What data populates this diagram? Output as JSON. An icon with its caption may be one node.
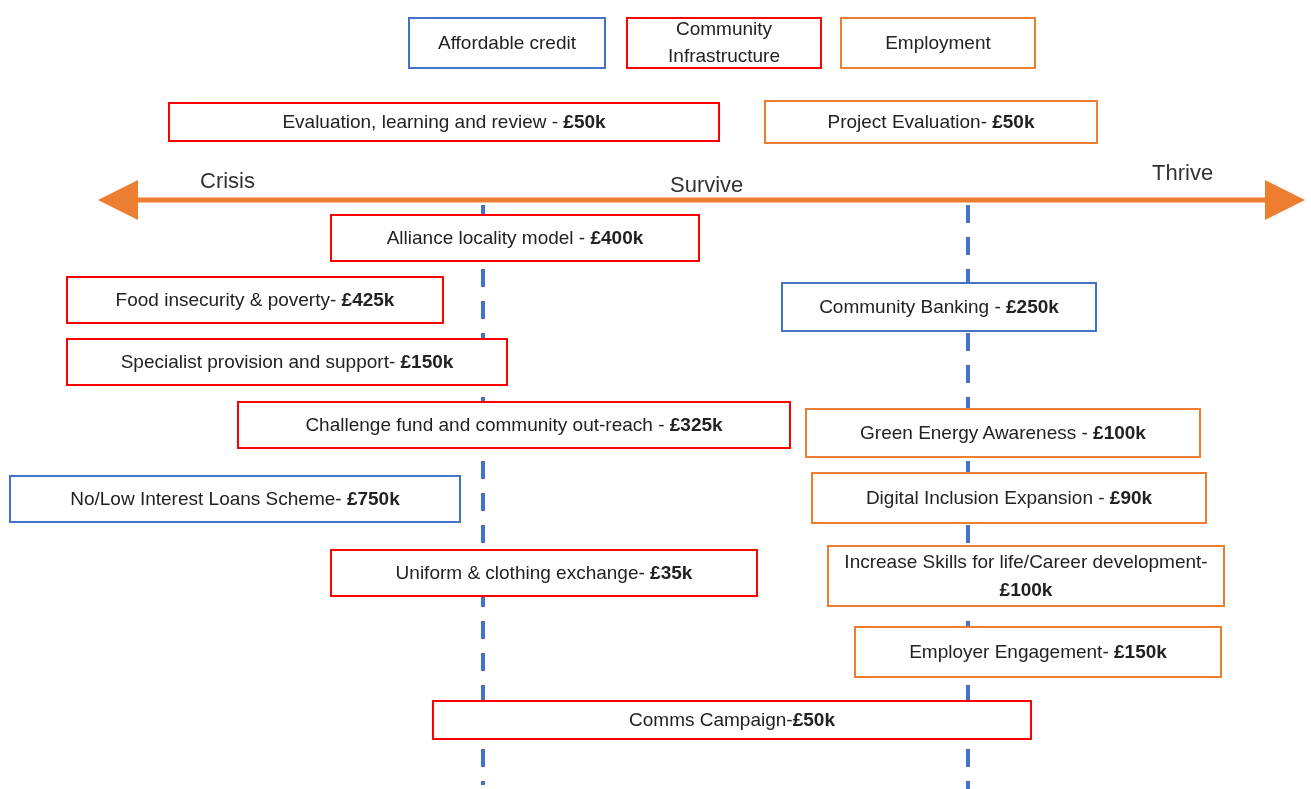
{
  "diagram": {
    "nodes": [
      {
        "text": [
          "Evaluation, learning and review - **£50k**"
        ]
      },
      {
        "text": [
          "Project Evaluation- **£50k**"
        ]
      },
      {
        "text": [
          "Alliance locality model - **£400k**"
        ]
      },
      {
        "text": [
          "Food insecurity & poverty- **£425k**"
        ]
      },
      {
        "text": [
          "Community Banking - **£250k**"
        ]
      },
      {
        "text": [
          "Specialist provision and support- **£150k**"
        ]
      },
      {
        "text": [
          "Challenge fund and community out-reach - **£325k**"
        ]
      },
      {
        "text": [
          "Green Energy Awareness - **£100k**"
        ]
      },
      {
        "text": [
          "No/Low Interest Loans Scheme- **£750k**"
        ]
      },
      {
        "text": [
          "Digital Inclusion Expansion - **£90k**"
        ]
      },
      {
        "text": [
          "Uniform & clothing exchange- **£35k**"
        ]
      },
      {
        "text": [
          "Increase Skills for life/Career development- **£100k**"
        ]
      },
      {
        "text": [
          "Employer Engagement- **£150k**"
        ]
      },
      {
        "text": [
          "Comms Campaign-**£50k**"
        ]
      }
    ],
    "labels": [
      "Crisis",
      "Survive",
      "Thrive"
    ],
    "legend": [
      {
        "text": "Affordable credit",
        "color": "#4472c4"
      },
      {
        "text": "Community Infrastructure",
        "color": "#ff0000"
      },
      {
        "text": "Employment",
        "color": "#ed7d31"
      }
    ]
  }
}
